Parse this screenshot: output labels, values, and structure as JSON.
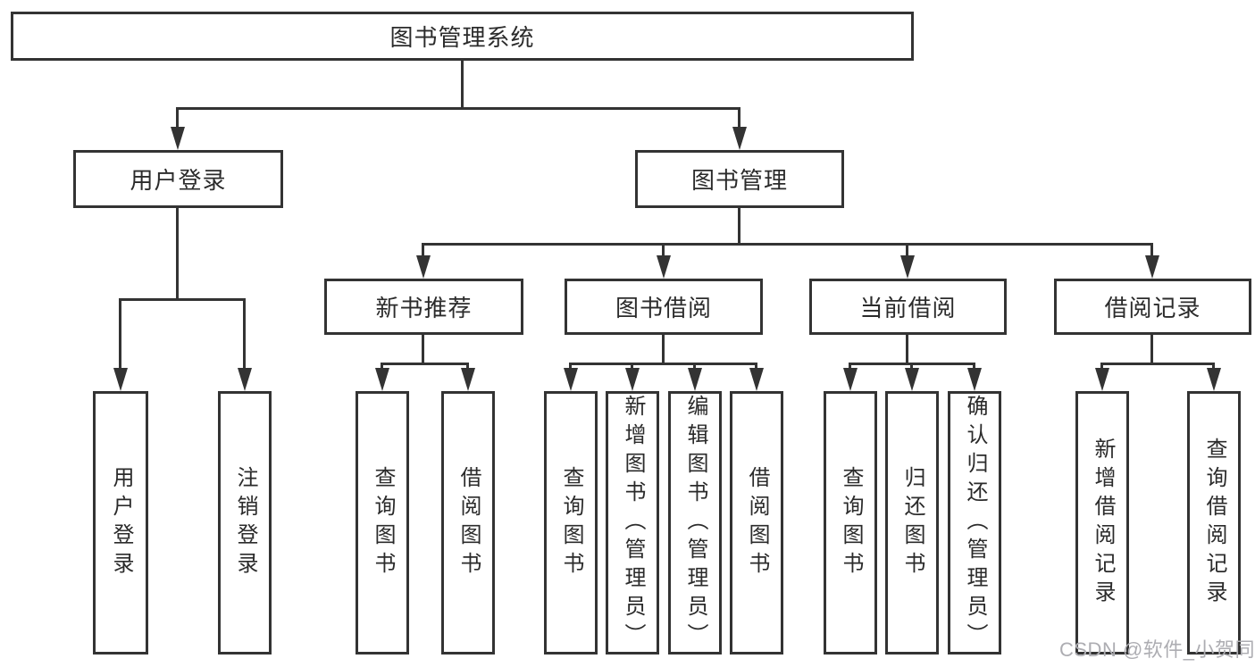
{
  "diagram_title": "图书管理系统",
  "colors": {
    "line": "#333333",
    "node_border": "#333333",
    "node_text": "#2b2b2b",
    "node_background": "#ffffff",
    "page_background": "#ffffff",
    "watermark_text_color": "#adadb2"
  },
  "tree": {
    "label": "图书管理系统",
    "children": [
      {
        "label": "用户登录",
        "children": [
          {
            "label": "用户登录"
          },
          {
            "label": "注销登录"
          }
        ]
      },
      {
        "label": "图书管理",
        "children": [
          {
            "label": "新书推荐",
            "children": [
              {
                "label": "查询图书"
              },
              {
                "label": "借阅图书"
              }
            ]
          },
          {
            "label": "图书借阅",
            "children": [
              {
                "label": "查询图书"
              },
              {
                "label": "新增图书（管理员）"
              },
              {
                "label": "编辑图书（管理员）"
              },
              {
                "label": "借阅图书"
              }
            ]
          },
          {
            "label": "当前借阅",
            "children": [
              {
                "label": "查询图书"
              },
              {
                "label": "归还图书"
              },
              {
                "label": "确认归还（管理员）"
              }
            ]
          },
          {
            "label": "借阅记录",
            "children": [
              {
                "label": "新增借阅记录"
              },
              {
                "label": "查询借阅记录"
              }
            ]
          }
        ]
      }
    ]
  },
  "watermark": {
    "text": "CSDN @软件_小贺同学"
  }
}
